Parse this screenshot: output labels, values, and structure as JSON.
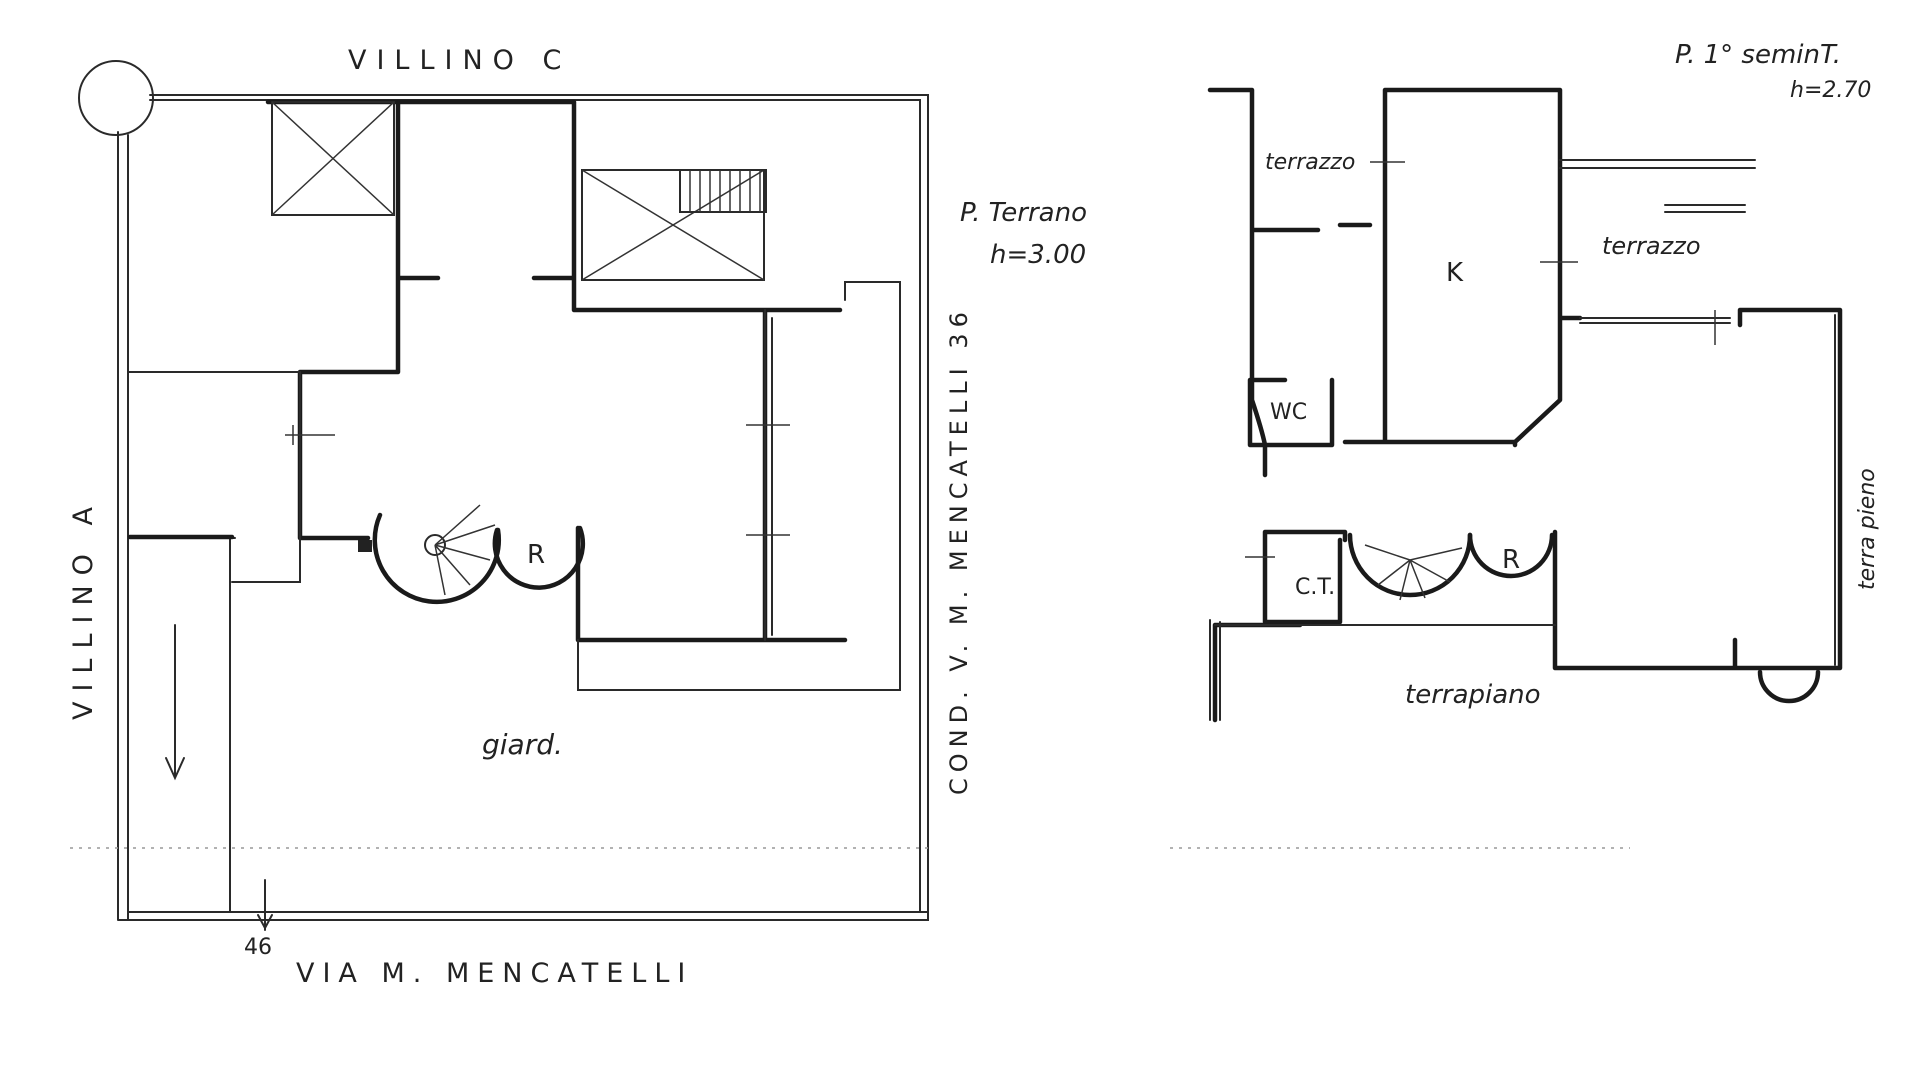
{
  "labels": {
    "villino_c": "VILLINO C",
    "villino_a": "VILLINO A",
    "via": "VIA M. MENCATELLI",
    "cond": "COND. V. M. MENCATELLI 36",
    "civic_number": "46",
    "giard": "giard.",
    "ground_floor_title": "P. Terrano",
    "ground_floor_height": "h=3.00",
    "basement_title": "P. 1° seminT.",
    "basement_height": "h=2.70",
    "room_r_ground": "R",
    "room_r_basement": "R",
    "room_k": "K",
    "room_wc": "WC",
    "room_ct": "C.T.",
    "terrazzo_1": "terrazzo",
    "terrazzo_2": "terrazzo",
    "terrapiano": "terrapiano",
    "terra_pieno": "terra pieno"
  }
}
